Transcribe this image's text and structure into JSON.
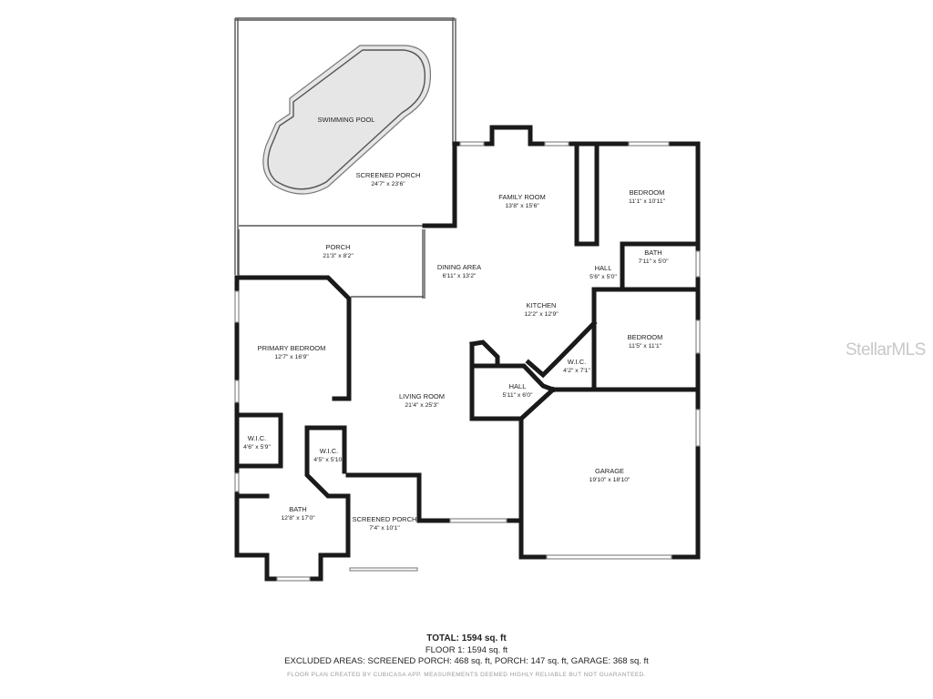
{
  "rooms": {
    "swimming_pool": {
      "name": "SWIMMING POOL"
    },
    "screened_porch_top": {
      "name": "SCREENED PORCH",
      "dims": "24'7\" x 23'6\""
    },
    "porch": {
      "name": "PORCH",
      "dims": "21'3\" x 8'2\""
    },
    "family_room": {
      "name": "FAMILY ROOM",
      "dims": "13'8\" x 15'6\""
    },
    "bedroom_top": {
      "name": "BEDROOM",
      "dims": "11'1\" x 10'11\""
    },
    "bath_right": {
      "name": "BATH",
      "dims": "7'11\" x 5'0\""
    },
    "hall_right": {
      "name": "HALL",
      "dims": "5'6\" x 5'0\""
    },
    "dining_area": {
      "name": "DINING AREA",
      "dims": "6'11\" x 13'2\""
    },
    "kitchen": {
      "name": "KITCHEN",
      "dims": "12'2\" x 12'9\""
    },
    "bedroom_mid": {
      "name": "BEDROOM",
      "dims": "11'5\" x 11'1\""
    },
    "wic_right": {
      "name": "W.I.C.",
      "dims": "4'2\" x 7'1\""
    },
    "primary_bedroom": {
      "name": "PRIMARY BEDROOM",
      "dims": "12'7\" x 16'9\""
    },
    "hall_center": {
      "name": "HALL",
      "dims": "5'11\" x 6'0\""
    },
    "living_room": {
      "name": "LIVING ROOM",
      "dims": "21'4\" x 25'3\""
    },
    "wic_left": {
      "name": "W.I.C.",
      "dims": "4'6\" x 5'9\""
    },
    "wic_mid": {
      "name": "W.I.C.",
      "dims": "4'5\" x 5'10\""
    },
    "garage": {
      "name": "GARAGE",
      "dims": "19'10\" x 18'10\""
    },
    "bath_primary": {
      "name": "BATH",
      "dims": "12'8\" x 17'0\""
    },
    "screened_porch_bottom": {
      "name": "SCREENED PORCH",
      "dims": "7'4\" x 10'1\""
    }
  },
  "watermark": "StellarMLS",
  "footer": {
    "total": "TOTAL: 1594 sq. ft",
    "floor": "FLOOR 1: 1594 sq. ft",
    "excluded": "EXCLUDED AREAS: SCREENED PORCH: 468 sq. ft, PORCH: 147 sq. ft, GARAGE: 368 sq. ft",
    "disclaimer": "FLOOR PLAN CREATED BY CUBICASA APP. MEASUREMENTS DEEMED HIGHLY RELIABLE BUT NOT GUARANTEED."
  }
}
